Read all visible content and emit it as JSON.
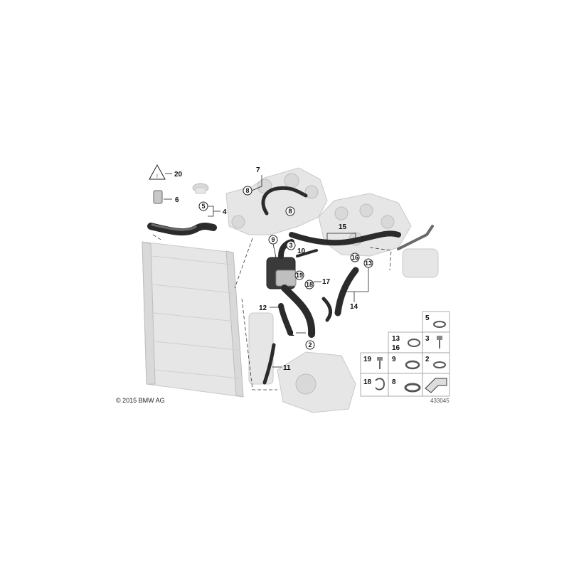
{
  "copyright": "© 2015 BMW AG",
  "diagram_number": "433045",
  "callouts": {
    "c1": "1",
    "c2": "2",
    "c3": "3",
    "c4": "4",
    "c5": "5",
    "c6": "6",
    "c7": "7",
    "c8a": "8",
    "c8b": "8",
    "c9": "9",
    "c10": "10",
    "c11": "11",
    "c12": "12",
    "c13": "13",
    "c14": "14",
    "c15": "15",
    "c16": "16",
    "c17": "17",
    "c18": "18",
    "c19": "19",
    "c20": "20"
  },
  "legend": {
    "cells": [
      "5",
      "13",
      "16",
      "3",
      "19",
      "9",
      "2",
      "18",
      "8"
    ]
  }
}
